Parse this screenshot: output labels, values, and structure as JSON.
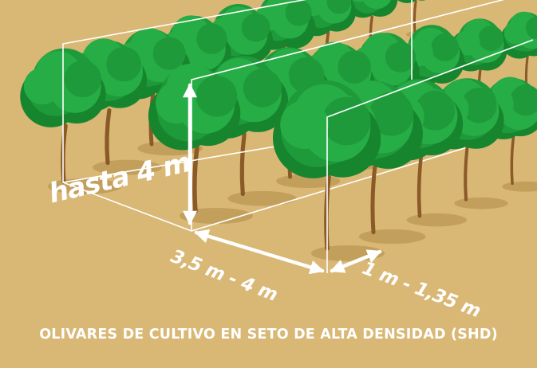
{
  "colors": {
    "background": "#d9b775",
    "shadow": "#c39f5c",
    "foliage_dark": "#16852e",
    "foliage_mid": "#1e9a3a",
    "foliage_light": "#27ad45",
    "trunk": "#8a5a28",
    "annotation": "#ffffff",
    "frame": "#ffffff"
  },
  "labels": {
    "height": "hasta 4 m",
    "row_spacing": "3,5 m - 4 m",
    "tree_spacing": "1 m - 1,35 m"
  },
  "caption": "OLIVARES DE CULTIVO EN SETO DE ALTA DENSIDAD (SHD)",
  "icons": {
    "height_arrow": "double-arrow-vertical",
    "row_arrow": "double-arrow-diagonal",
    "tree_arrow": "double-arrow-diagonal"
  }
}
